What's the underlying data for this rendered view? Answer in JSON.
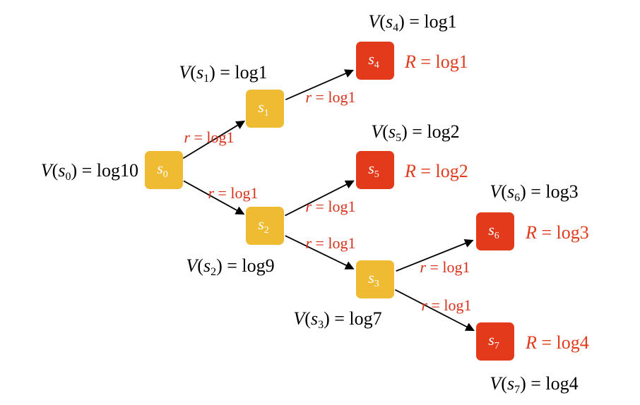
{
  "colors": {
    "internal_node": "#eebb33",
    "leaf_node": "#e23a1b",
    "reward_text": "#e23a1b",
    "edge_label_text": "#d9301a",
    "value_text": "#000000",
    "edge": "#000000"
  },
  "nodes": [
    {
      "id": "s0",
      "name": "s",
      "sub": "0",
      "kind": "internal",
      "value_label": {
        "fn": "V",
        "state": "s",
        "sub": "0",
        "value": "log10"
      }
    },
    {
      "id": "s1",
      "name": "s",
      "sub": "1",
      "kind": "internal",
      "value_label": {
        "fn": "V",
        "state": "s",
        "sub": "1",
        "value": "log1"
      }
    },
    {
      "id": "s2",
      "name": "s",
      "sub": "2",
      "kind": "internal",
      "value_label": {
        "fn": "V",
        "state": "s",
        "sub": "2",
        "value": "log9"
      }
    },
    {
      "id": "s3",
      "name": "s",
      "sub": "3",
      "kind": "internal",
      "value_label": {
        "fn": "V",
        "state": "s",
        "sub": "3",
        "value": "log7"
      }
    },
    {
      "id": "s4",
      "name": "s",
      "sub": "4",
      "kind": "leaf",
      "value_label": {
        "fn": "V",
        "state": "s",
        "sub": "4",
        "value": "log1"
      },
      "reward": {
        "var": "R",
        "value": "log1"
      }
    },
    {
      "id": "s5",
      "name": "s",
      "sub": "5",
      "kind": "leaf",
      "value_label": {
        "fn": "V",
        "state": "s",
        "sub": "5",
        "value": "log2"
      },
      "reward": {
        "var": "R",
        "value": "log2"
      }
    },
    {
      "id": "s6",
      "name": "s",
      "sub": "6",
      "kind": "leaf",
      "value_label": {
        "fn": "V",
        "state": "s",
        "sub": "6",
        "value": "log3"
      },
      "reward": {
        "var": "R",
        "value": "log3"
      }
    },
    {
      "id": "s7",
      "name": "s",
      "sub": "7",
      "kind": "leaf",
      "value_label": {
        "fn": "V",
        "state": "s",
        "sub": "7",
        "value": "log4"
      },
      "reward": {
        "var": "R",
        "value": "log4"
      }
    }
  ],
  "edges": [
    {
      "from": "s0",
      "to": "s1",
      "label": {
        "var": "r",
        "value": "log1"
      }
    },
    {
      "from": "s0",
      "to": "s2",
      "label": {
        "var": "r",
        "value": "log1"
      }
    },
    {
      "from": "s1",
      "to": "s4",
      "label": {
        "var": "r",
        "value": "log1"
      }
    },
    {
      "from": "s2",
      "to": "s5",
      "label": {
        "var": "r",
        "value": "log1"
      }
    },
    {
      "from": "s2",
      "to": "s3",
      "label": {
        "var": "r",
        "value": "log1"
      }
    },
    {
      "from": "s3",
      "to": "s6",
      "label": {
        "var": "r",
        "value": "log1"
      }
    },
    {
      "from": "s3",
      "to": "s7",
      "label": {
        "var": "r",
        "value": "log1"
      }
    }
  ]
}
